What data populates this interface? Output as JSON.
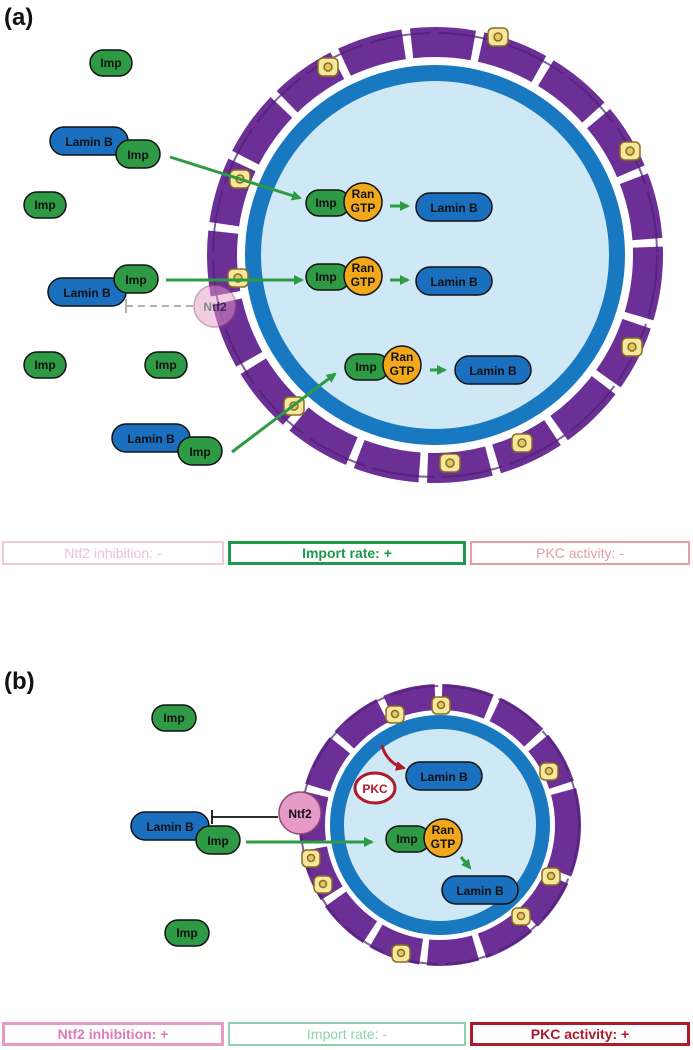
{
  "colors": {
    "envelope": "#6b2f96",
    "nucleus_rim": "#1878c0",
    "nucleoplasm": "#cfe8f5",
    "pore": "#f5e6a0",
    "importin": "#2e9a45",
    "lamin_b": "#1a6fbf",
    "ran_gtp": "#f1a81b",
    "ntf2": "#e59ac8",
    "pkc": "#b0182c",
    "arrow": "#2e9a45"
  },
  "labels": {
    "imp": "Imp",
    "lamin_b": "Lamin B",
    "ran": "Ran",
    "gtp": "GTP",
    "ntf2": "Ntf2",
    "pkc": "PKC"
  },
  "panel_a": {
    "label": "(a)",
    "status": {
      "ntf2_inhibition": "Ntf2 inhibition: -",
      "import_rate": "Import rate: +",
      "pkc_activity": "PKC activity: -"
    }
  },
  "panel_b": {
    "label": "(b)",
    "status": {
      "ntf2_inhibition": "Ntf2 inhibition: +",
      "import_rate": "Import rate: -",
      "pkc_activity": "PKC activity: +"
    }
  }
}
